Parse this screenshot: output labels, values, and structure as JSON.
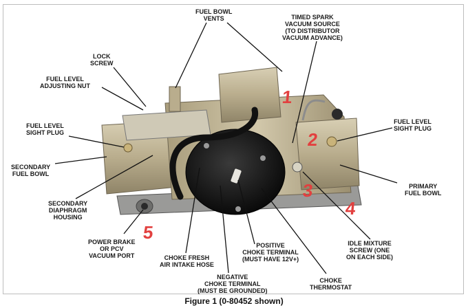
{
  "caption": "Figure 1  (0-80452 shown)",
  "labels": {
    "fuel_bowl_vents": "FUEL BOWL\nVENTS",
    "timed_spark": "TIMED SPARK\nVACUUM SOURCE\n(TO DISTRIBUTOR\nVACUUM ADVANCE)",
    "lock_screw": "LOCK\nSCREW",
    "fuel_level_adjusting_nut": "FUEL LEVEL\nADJUSTING NUT",
    "fuel_level_sight_plug_left": "FUEL LEVEL\nSIGHT PLUG",
    "fuel_level_sight_plug_right": "FUEL LEVEL\nSIGHT PLUG",
    "secondary_fuel_bowl": "SECONDARY\nFUEL BOWL",
    "primary_fuel_bowl": "PRIMARY\nFUEL BOWL",
    "secondary_diaphragm": "SECONDARY\nDIAPHRAGM\nHOUSING",
    "power_brake": "POWER BRAKE\nOR PCV\nVACUUM PORT",
    "choke_fresh_air": "CHOKE FRESH\nAIR INTAKE HOSE",
    "positive_choke": "POSITIVE\nCHOKE TERMINAL\n(MUST HAVE 12V+)",
    "negative_choke": "NEGATIVE\nCHOKE TERMINAL\n(MUST BE GROUNDED)",
    "choke_thermostat": "CHOKE\nTHERMOSTAT",
    "idle_mixture": "IDLE MIXTURE\nSCREW (ONE\nON EACH SIDE)"
  },
  "markers": {
    "m1": "1",
    "m2": "2",
    "m3": "3",
    "m4": "4",
    "m5": "5"
  }
}
